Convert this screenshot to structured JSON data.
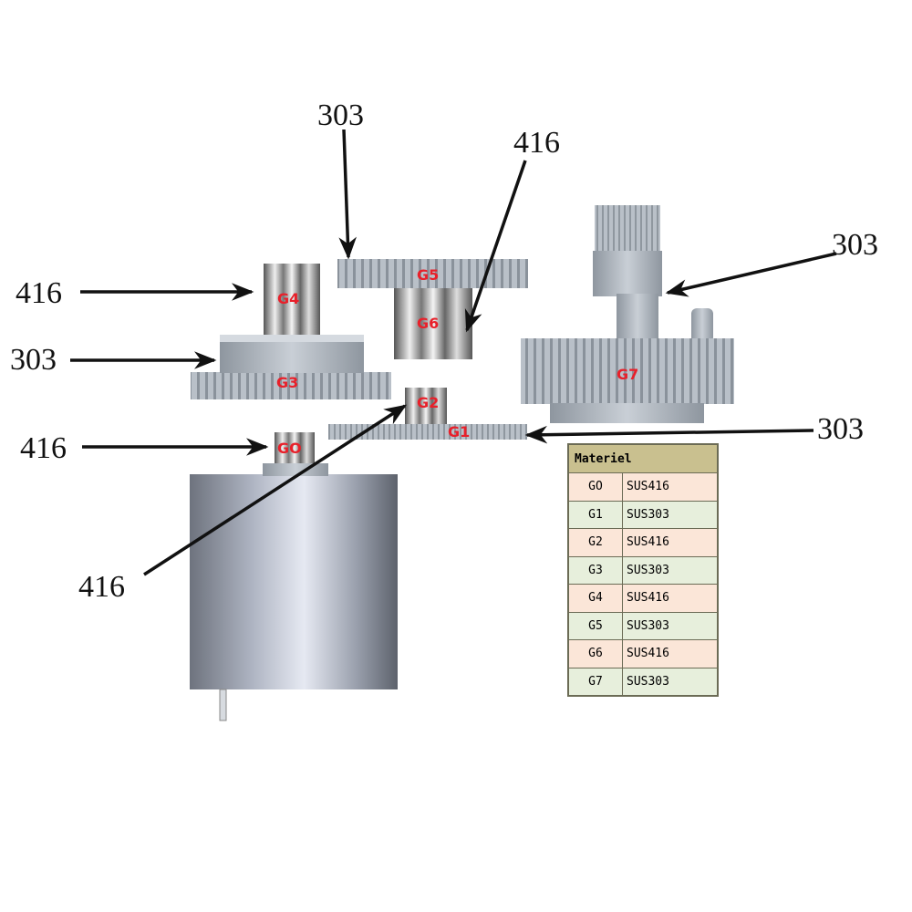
{
  "callouts": {
    "top_center": "303",
    "top_right_upper": "416",
    "left_g4": "416",
    "left_g3": "303",
    "right_g7": "303",
    "right_g1": "303",
    "left_g0": "416",
    "bottom_g2": "416"
  },
  "gears": {
    "g0": "GO",
    "g1": "G1",
    "g2": "G2",
    "g3": "G3",
    "g4": "G4",
    "g5": "G5",
    "g6": "G6",
    "g7": "G7"
  },
  "table": {
    "header": "Materiel",
    "rows": [
      {
        "gear": "GO",
        "material": "SUS416"
      },
      {
        "gear": "G1",
        "material": "SUS303"
      },
      {
        "gear": "G2",
        "material": "SUS416"
      },
      {
        "gear": "G3",
        "material": "SUS303"
      },
      {
        "gear": "G4",
        "material": "SUS416"
      },
      {
        "gear": "G5",
        "material": "SUS303"
      },
      {
        "gear": "G6",
        "material": "SUS416"
      },
      {
        "gear": "G7",
        "material": "SUS303"
      }
    ]
  },
  "colors": {
    "gear_label": "#e8202a",
    "table_header": "#c9c08f",
    "row_odd": "#fbe6d8",
    "row_even": "#e7efdc"
  }
}
